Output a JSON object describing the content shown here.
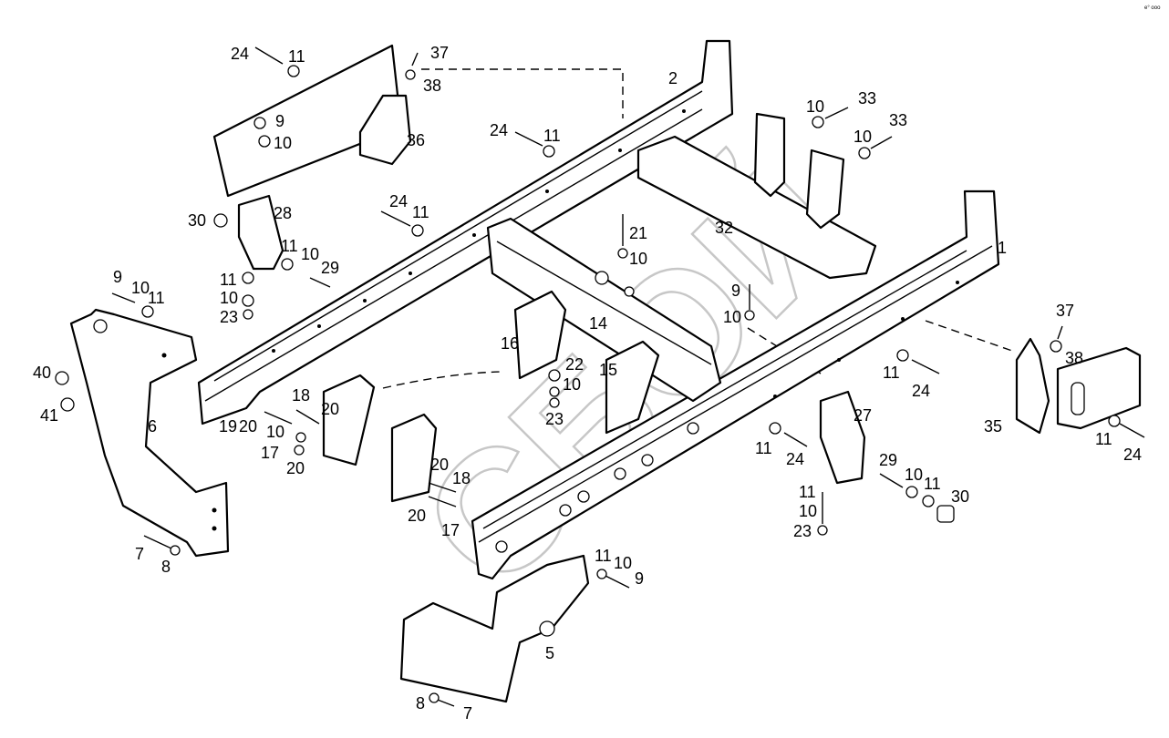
{
  "corner_mark": "e° ooo",
  "watermark": "СБОЙ",
  "callouts": [
    {
      "id": "c1",
      "text": "24"
    },
    {
      "id": "c2",
      "text": "11"
    },
    {
      "id": "c3",
      "text": "37"
    },
    {
      "id": "c4",
      "text": "38"
    },
    {
      "id": "c5",
      "text": "2"
    },
    {
      "id": "c6",
      "text": "9"
    },
    {
      "id": "c7",
      "text": "10"
    },
    {
      "id": "c8",
      "text": "36"
    },
    {
      "id": "c9",
      "text": "10"
    },
    {
      "id": "c10",
      "text": "33"
    },
    {
      "id": "c11",
      "text": "24"
    },
    {
      "id": "c12",
      "text": "11"
    },
    {
      "id": "c13",
      "text": "10"
    },
    {
      "id": "c14",
      "text": "33"
    },
    {
      "id": "c15",
      "text": "30"
    },
    {
      "id": "c16",
      "text": "28"
    },
    {
      "id": "c17",
      "text": "24"
    },
    {
      "id": "c18",
      "text": "11"
    },
    {
      "id": "c19",
      "text": "21"
    },
    {
      "id": "c20",
      "text": "32"
    },
    {
      "id": "c21",
      "text": "1"
    },
    {
      "id": "c22",
      "text": "11"
    },
    {
      "id": "c23",
      "text": "10"
    },
    {
      "id": "c24",
      "text": "29"
    },
    {
      "id": "c25",
      "text": "10"
    },
    {
      "id": "c26",
      "text": "9"
    },
    {
      "id": "c27",
      "text": "10"
    },
    {
      "id": "c28",
      "text": "11"
    },
    {
      "id": "c29",
      "text": "11"
    },
    {
      "id": "c30",
      "text": "10"
    },
    {
      "id": "c31",
      "text": "23"
    },
    {
      "id": "c32",
      "text": "9"
    },
    {
      "id": "c33",
      "text": "10"
    },
    {
      "id": "c34",
      "text": "37"
    },
    {
      "id": "c35",
      "text": "38"
    },
    {
      "id": "c36",
      "text": "14"
    },
    {
      "id": "c37",
      "text": "16"
    },
    {
      "id": "c38",
      "text": "22"
    },
    {
      "id": "c39",
      "text": "15"
    },
    {
      "id": "c40",
      "text": "40"
    },
    {
      "id": "c41",
      "text": "10"
    },
    {
      "id": "c42",
      "text": "23"
    },
    {
      "id": "c43",
      "text": "11"
    },
    {
      "id": "c44",
      "text": "24"
    },
    {
      "id": "c45",
      "text": "41"
    },
    {
      "id": "c46",
      "text": "18"
    },
    {
      "id": "c47",
      "text": "6"
    },
    {
      "id": "c48",
      "text": "20"
    },
    {
      "id": "c49",
      "text": "19"
    },
    {
      "id": "c50",
      "text": "20"
    },
    {
      "id": "c51",
      "text": "10"
    },
    {
      "id": "c52",
      "text": "17"
    },
    {
      "id": "c53",
      "text": "20"
    },
    {
      "id": "c54",
      "text": "27"
    },
    {
      "id": "c55",
      "text": "35"
    },
    {
      "id": "c56",
      "text": "11"
    },
    {
      "id": "c57",
      "text": "24"
    },
    {
      "id": "c58",
      "text": "20"
    },
    {
      "id": "c59",
      "text": "18"
    },
    {
      "id": "c60",
      "text": "11"
    },
    {
      "id": "c61",
      "text": "24"
    },
    {
      "id": "c62",
      "text": "29"
    },
    {
      "id": "c63",
      "text": "10"
    },
    {
      "id": "c64",
      "text": "11"
    },
    {
      "id": "c65",
      "text": "30"
    },
    {
      "id": "c66",
      "text": "11"
    },
    {
      "id": "c67",
      "text": "10"
    },
    {
      "id": "c68",
      "text": "23"
    },
    {
      "id": "c69",
      "text": "20"
    },
    {
      "id": "c70",
      "text": "17"
    },
    {
      "id": "c71",
      "text": "7"
    },
    {
      "id": "c72",
      "text": "8"
    },
    {
      "id": "c73",
      "text": "11"
    },
    {
      "id": "c74",
      "text": "10"
    },
    {
      "id": "c75",
      "text": "9"
    },
    {
      "id": "c76",
      "text": "5"
    },
    {
      "id": "c77",
      "text": "8"
    },
    {
      "id": "c78",
      "text": "7"
    }
  ]
}
